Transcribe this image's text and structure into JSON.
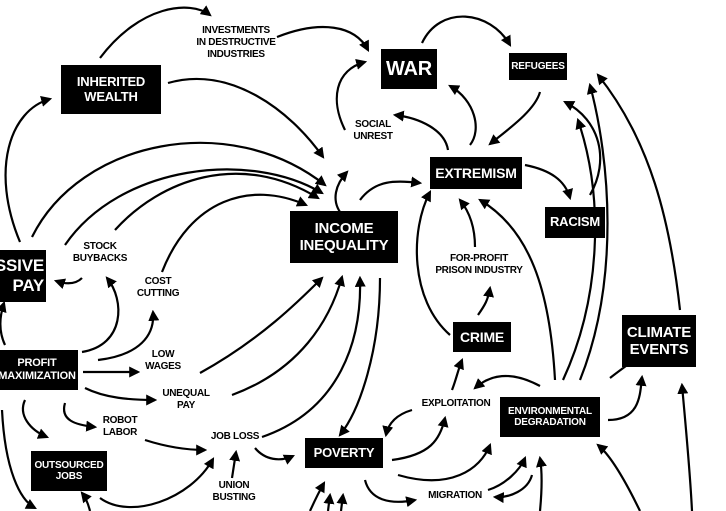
{
  "diagram": {
    "type": "causal-loop",
    "colors": {
      "ink": "#000000",
      "background": "#ffffff",
      "box_text": "#ffffff"
    },
    "boxed_nodes": {
      "inherited_wealth": "INHERITED\nWEALTH",
      "war": "WAR",
      "refugees": "REFUGEES",
      "extremism": "EXTREMISM",
      "income_inequality": "INCOME\nINEQUALITY",
      "racism": "RACISM",
      "excessive_pay": "SSIVE\nPAY",
      "crime": "CRIME",
      "climate_events": "CLIMATE\nEVENTS",
      "profit_maximization": "PROFIT\nMAXIMIZATION",
      "environmental_degradation": "ENVIRONMENTAL\nDEGRADATION",
      "outsourced_jobs": "OUTSOURCED\nJOBS",
      "poverty": "POVERTY"
    },
    "text_nodes": {
      "investments": "INVESTMENTS\nIN DESTRUCTIVE\nINDUSTRIES",
      "social_unrest": "SOCIAL\nUNREST",
      "stock_buybacks": "STOCK\nBUYBACKS",
      "cost_cutting": "COST\nCUTTING",
      "for_profit_prison": "FOR-PROFIT\nPRISON INDUSTRY",
      "low_wages": "LOW\nWAGES",
      "unequal_pay": "UNEQUAL\nPAY",
      "robot_labor": "ROBOT\nLABOR",
      "exploitation": "EXPLOITATION",
      "job_loss": "JOB LOSS",
      "union_busting": "UNION\nBUSTING",
      "migration": "MIGRATION"
    },
    "edges": [
      [
        "inherited_wealth",
        "investments"
      ],
      [
        "investments",
        "war"
      ],
      [
        "inherited_wealth",
        "income_inequality"
      ],
      [
        "excessive_pay",
        "inherited_wealth"
      ],
      [
        "excessive_pay",
        "income_inequality"
      ],
      [
        "stock_buybacks",
        "income_inequality"
      ],
      [
        "stock_buybacks",
        "excessive_pay"
      ],
      [
        "cost_cutting",
        "income_inequality"
      ],
      [
        "profit_maximization",
        "excessive_pay"
      ],
      [
        "profit_maximization",
        "stock_buybacks"
      ],
      [
        "profit_maximization",
        "cost_cutting"
      ],
      [
        "profit_maximization",
        "low_wages"
      ],
      [
        "profit_maximization",
        "unequal_pay"
      ],
      [
        "profit_maximization",
        "robot_labor"
      ],
      [
        "profit_maximization",
        "outsourced_jobs"
      ],
      [
        "low_wages",
        "income_inequality"
      ],
      [
        "unequal_pay",
        "income_inequality"
      ],
      [
        "robot_labor",
        "job_loss"
      ],
      [
        "outsourced_jobs",
        "job_loss"
      ],
      [
        "union_busting",
        "job_loss"
      ],
      [
        "job_loss",
        "income_inequality"
      ],
      [
        "job_loss",
        "poverty"
      ],
      [
        "income_inequality",
        "poverty"
      ],
      [
        "income_inequality",
        "social_unrest"
      ],
      [
        "income_inequality",
        "extremism"
      ],
      [
        "social_unrest",
        "war"
      ],
      [
        "extremism",
        "social_unrest"
      ],
      [
        "extremism",
        "war"
      ],
      [
        "extremism",
        "racism"
      ],
      [
        "war",
        "refugees"
      ],
      [
        "refugees",
        "extremism"
      ],
      [
        "racism",
        "refugees"
      ],
      [
        "crime",
        "extremism"
      ],
      [
        "crime",
        "for_profit_prison"
      ],
      [
        "for_profit_prison",
        "extremism"
      ],
      [
        "environmental_degradation",
        "extremism"
      ],
      [
        "environmental_degradation",
        "refugees"
      ],
      [
        "climate_events",
        "refugees"
      ],
      [
        "environmental_degradation",
        "climate_events"
      ],
      [
        "environmental_degradation",
        "exploitation"
      ],
      [
        "exploitation",
        "crime"
      ],
      [
        "exploitation",
        "poverty"
      ],
      [
        "poverty",
        "exploitation"
      ],
      [
        "poverty",
        "environmental_degradation"
      ],
      [
        "poverty",
        "migration"
      ],
      [
        "migration",
        "environmental_degradation"
      ],
      [
        "environmental_degradation",
        "migration"
      ]
    ]
  }
}
